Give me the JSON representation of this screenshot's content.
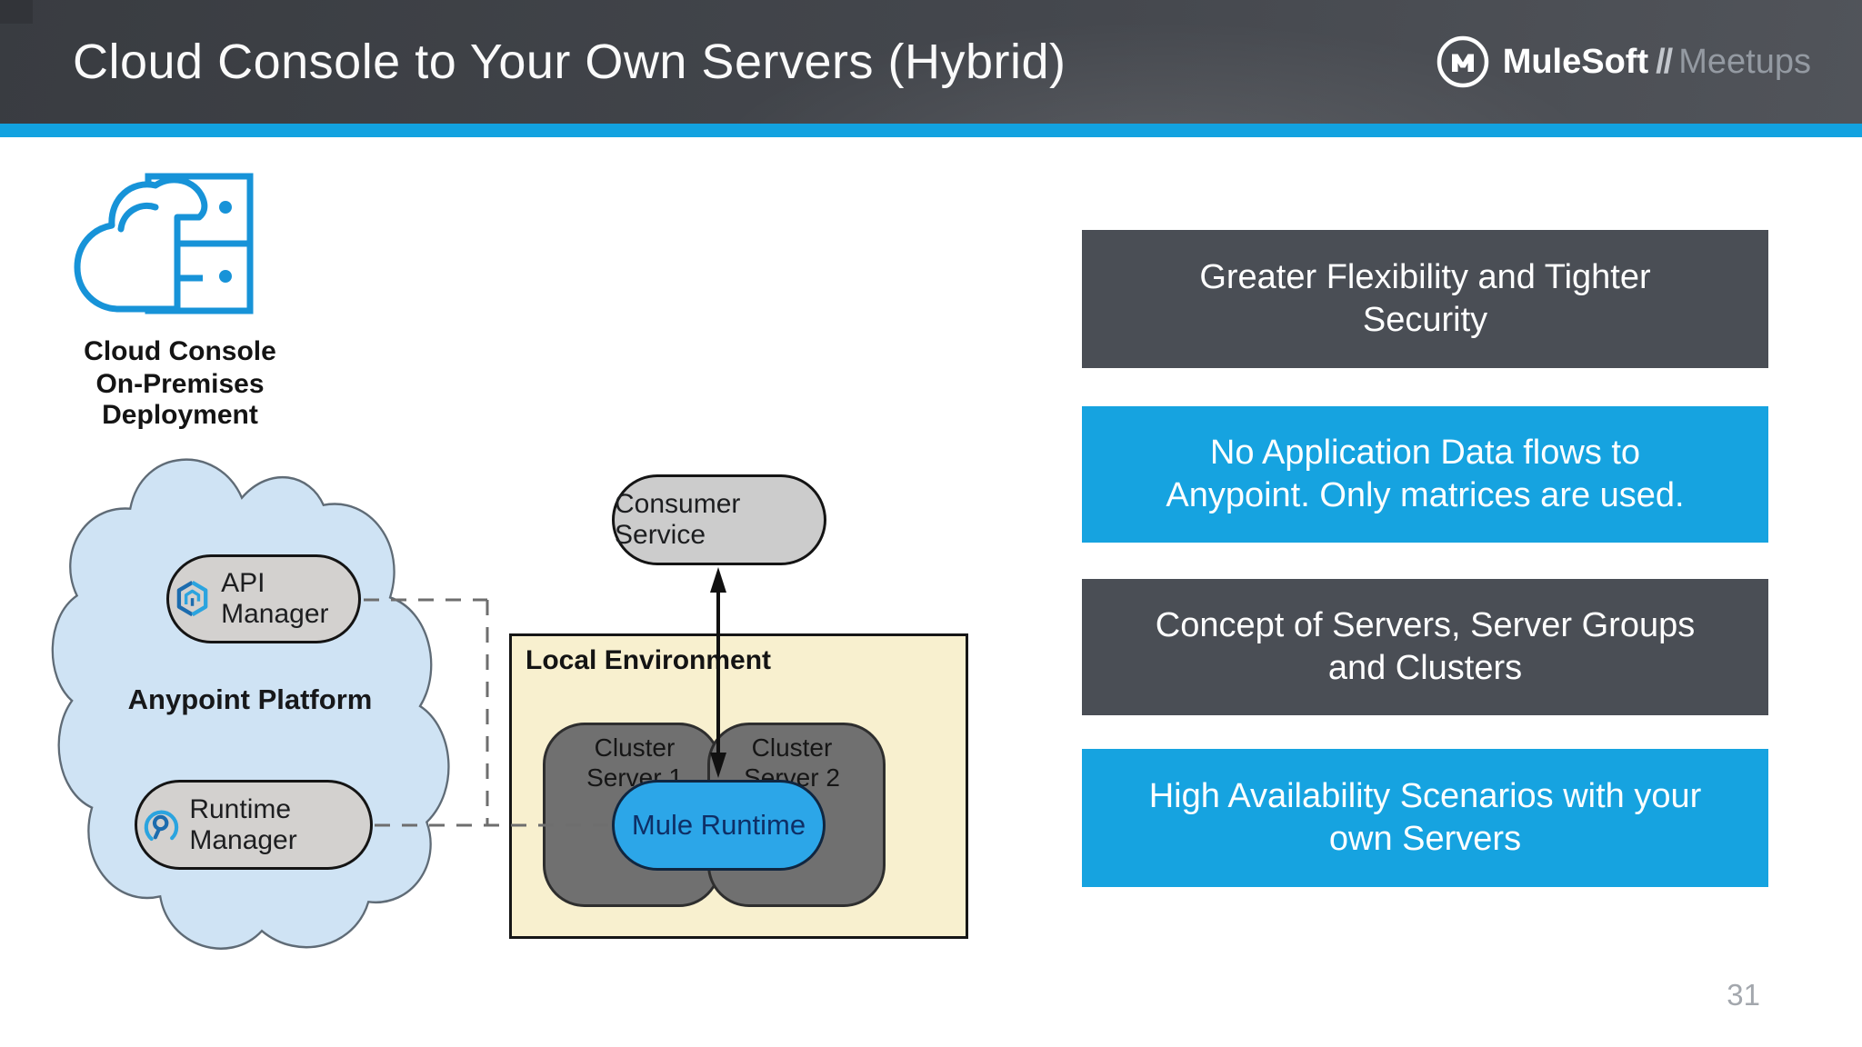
{
  "header": {
    "title": "Cloud Console to Your Own Servers (Hybrid)",
    "brand": {
      "name": "MuleSoft",
      "separator": "//",
      "suffix": "Meetups"
    }
  },
  "diagram": {
    "cloud_console": {
      "line1": "Cloud Console",
      "line2": "On-Premises Deployment"
    },
    "anypoint": {
      "label": "Anypoint Platform",
      "api_manager": "API Manager",
      "runtime_manager": "Runtime Manager"
    },
    "consumer_service": "Consumer Service",
    "local_environment": {
      "label": "Local Environment",
      "cluster1_line1": "Cluster",
      "cluster1_line2": "Server 1",
      "cluster2_line1": "Cluster",
      "cluster2_line2": "Server 2",
      "mule_runtime": "Mule Runtime"
    }
  },
  "callouts": [
    {
      "style": "dark",
      "lines": [
        "Greater Flexibility and Tighter",
        "Security"
      ]
    },
    {
      "style": "blue",
      "lines": [
        "No Application Data flows to",
        "Anypoint. Only matrices are used."
      ]
    },
    {
      "style": "dark",
      "lines": [
        "Concept of Servers, Server Groups",
        "and Clusters"
      ]
    },
    {
      "style": "blue",
      "lines": [
        "High Availability Scenarios with your",
        "own Servers"
      ]
    }
  ],
  "page_number": "31",
  "icons": {
    "mulesoft-logo-icon": "M letter in ring circle",
    "cloud-console-icon": "cloud with server rack",
    "api-manager-icon": "two-tone blue hexagon",
    "runtime-manager-icon": "blue circular gauge with pin"
  },
  "colors": {
    "header_dark": "#44474d",
    "accent_blue": "#12a2e0",
    "dark_box": "#4a4e55",
    "blue_box": "#16a3e0",
    "cloud_fill": "#cfe3f4",
    "local_env_fill": "#f8f0cf",
    "cluster_gray": "#707070",
    "mule_blue": "#2ca6e8",
    "icon_blue": "#1793d8"
  }
}
